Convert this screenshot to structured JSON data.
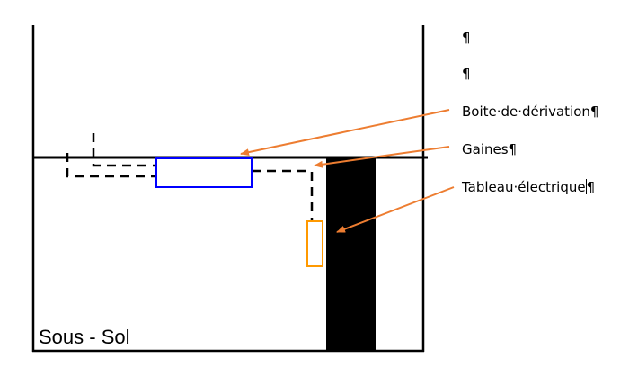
{
  "paragraphs": [
    "¶",
    "¶"
  ],
  "labels": {
    "junction_box": "Boite·de·dérivation¶",
    "conduits": "Gaines¶",
    "panel_before_cursor": "Tableau·électrique",
    "panel_after_cursor": "¶"
  },
  "floor_label": "Sous - Sol",
  "colors": {
    "junction_box": "#0000ff",
    "panel": "#ff9900",
    "arrows": "#ed7d31"
  }
}
